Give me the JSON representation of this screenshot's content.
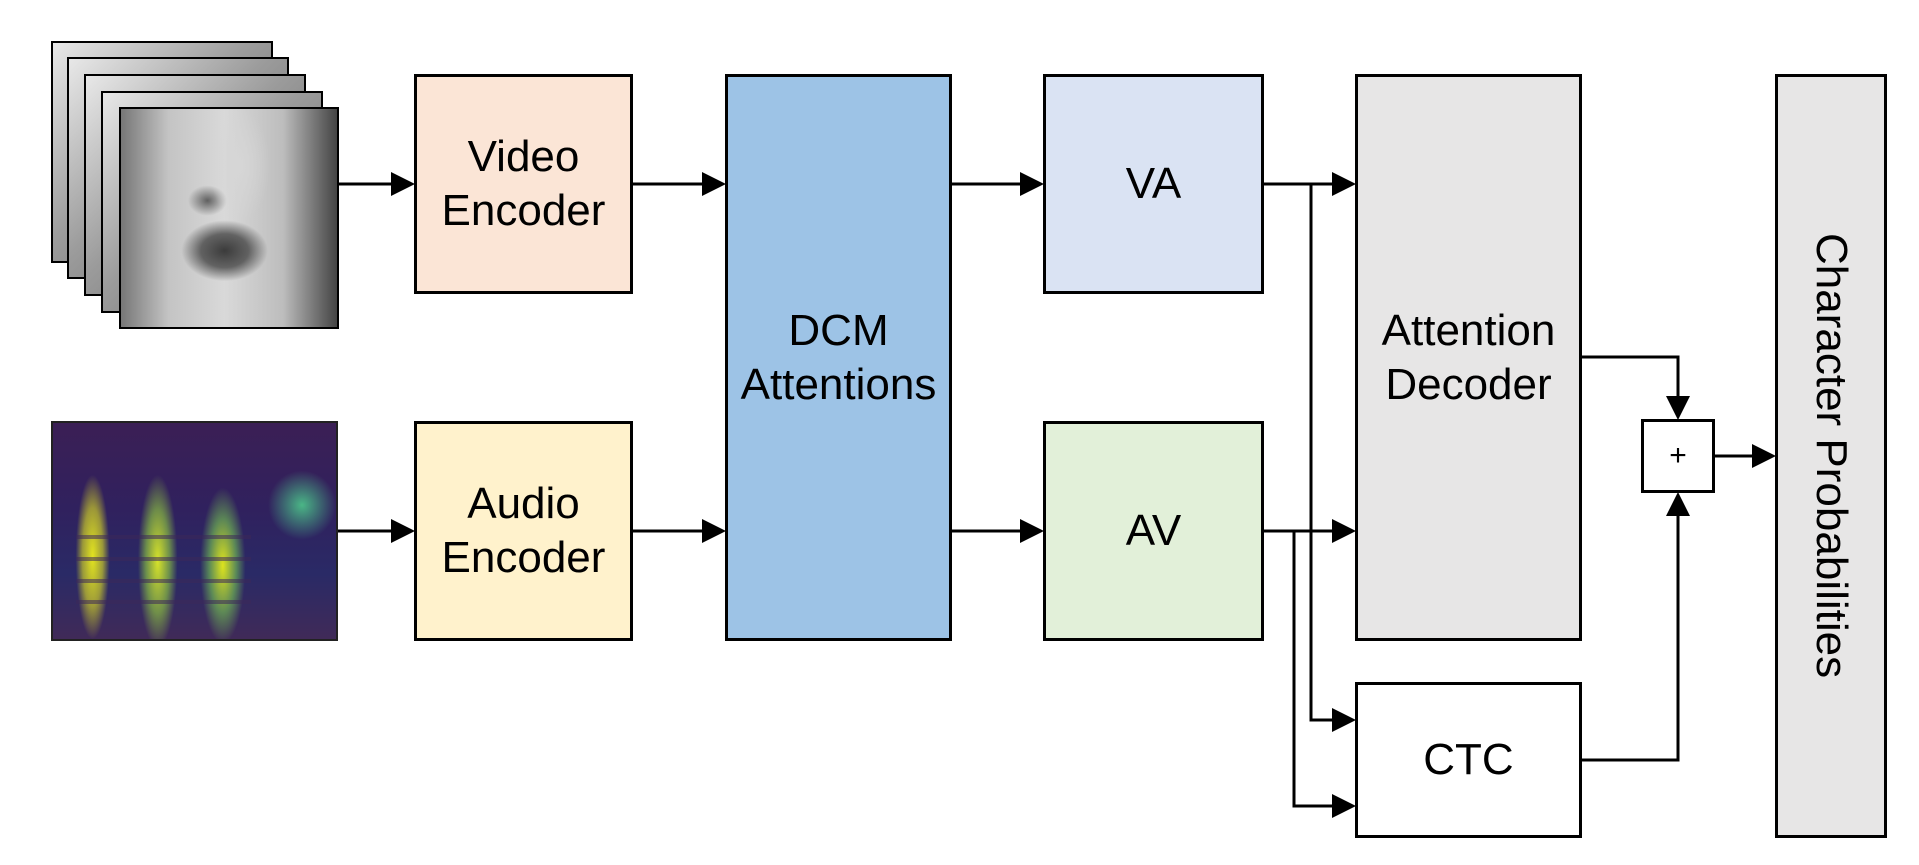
{
  "diagram": {
    "video_encoder_label": "Video\nEncoder",
    "audio_encoder_label": "Audio\nEncoder",
    "dcm_label": "DCM\nAttentions",
    "va_label": "VA",
    "av_label": "AV",
    "attention_decoder_label": "Attention\nDecoder",
    "ctc_label": "CTC",
    "plus_label": "+",
    "output_label": "Character Probabilities"
  },
  "colors": {
    "video_encoder": "#fbe5d6",
    "audio_encoder": "#fff2cc",
    "dcm_attentions": "#9dc3e6",
    "va": "#dae3f3",
    "av": "#e2f0d9",
    "attention_decoder": "#e7e6e6",
    "ctc": "#ffffff",
    "plus": "#ffffff",
    "output": "#e7e6e6"
  }
}
